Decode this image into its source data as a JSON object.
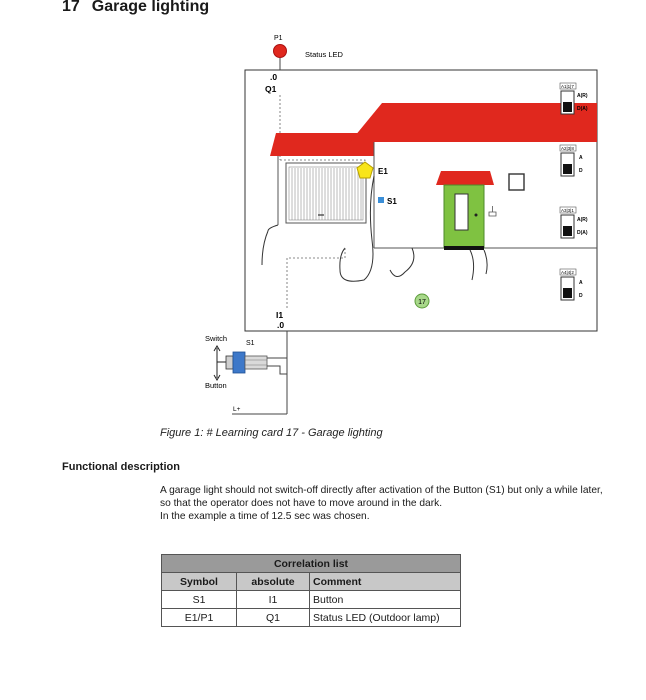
{
  "heading": {
    "number": "17",
    "title": "Garage lighting"
  },
  "diagram": {
    "p1_label": "P1",
    "status_led_label": "Status LED",
    "q_terminal": ".0",
    "q_label": "Q1",
    "i_label": "I1",
    "i_terminal": ".0",
    "e1_label": "E1",
    "s1_house_label": "S1",
    "card_badge": "17",
    "switch_label": "Switch",
    "button_label": "Button",
    "s1_switch_label": "S1",
    "supply_label": "L+",
    "dip_switches": [
      {
        "id": "A1|1|7",
        "top": "A(R)",
        "bottom": "D(A)"
      },
      {
        "id": "A2|3|8",
        "top": "A",
        "bottom": "D"
      },
      {
        "id": "A3|3|1",
        "top": "A(R)",
        "bottom": "D(A)"
      },
      {
        "id": "A4|4|2",
        "top": "A",
        "bottom": "D"
      }
    ]
  },
  "caption": "Figure 1: # Learning card 17 -  Garage lighting",
  "section_title": "Functional description",
  "description": [
    "A garage light should not switch-off directly after activation of the Button (S1) but only a while later, so that the operator does not have to move around in the dark.",
    "In the example a time of 12.5 sec was chosen."
  ],
  "table": {
    "title": "Correlation list",
    "headers": [
      "Symbol",
      "absolute",
      "Comment"
    ],
    "rows": [
      [
        "S1",
        "I1",
        "Button"
      ],
      [
        "E1/P1",
        "Q1",
        "Status LED (Outdoor lamp)"
      ]
    ]
  },
  "colors": {
    "roof_red": "#e0281e",
    "door_green": "#7fc241",
    "lamp_yellow": "#f8e51a",
    "sensor_blue": "#3b8fd8"
  }
}
